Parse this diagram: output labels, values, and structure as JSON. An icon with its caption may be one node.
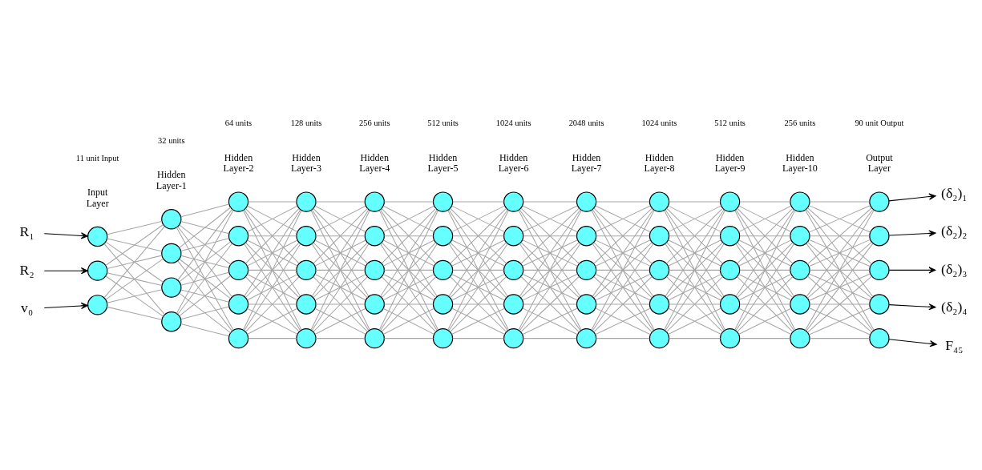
{
  "diagram": {
    "nodes": [
      {
        "text": [
          "R₁"
        ]
      },
      {
        "text": [
          "R₂"
        ]
      },
      {
        "text": [
          "v₀"
        ]
      },
      {
        "text": [],
        "shape": "circle"
      },
      {
        "text": [],
        "shape": "circle"
      },
      {
        "text": [],
        "shape": "circle"
      },
      {
        "text": [],
        "shape": "circle"
      },
      {
        "text": [],
        "shape": "circle"
      },
      {
        "text": [],
        "shape": "circle"
      },
      {
        "text": [],
        "shape": "circle"
      },
      {
        "text": [],
        "shape": "circle"
      },
      {
        "text": [],
        "shape": "circle"
      },
      {
        "text": [],
        "shape": "circle"
      },
      {
        "text": [],
        "shape": "circle"
      },
      {
        "text": [],
        "shape": "circle"
      },
      {
        "text": [],
        "shape": "circle"
      },
      {
        "text": [],
        "shape": "circle"
      },
      {
        "text": [],
        "shape": "circle"
      },
      {
        "text": [],
        "shape": "circle"
      },
      {
        "text": [],
        "shape": "circle"
      },
      {
        "text": [],
        "shape": "circle"
      },
      {
        "text": [],
        "shape": "circle"
      },
      {
        "text": [],
        "shape": "circle"
      },
      {
        "text": [],
        "shape": "circle"
      },
      {
        "text": [],
        "shape": "circle"
      },
      {
        "text": [],
        "shape": "circle"
      },
      {
        "text": [],
        "shape": "circle"
      },
      {
        "text": [],
        "shape": "circle"
      },
      {
        "text": [],
        "shape": "circle"
      },
      {
        "text": [],
        "shape": "circle"
      },
      {
        "text": [],
        "shape": "circle"
      },
      {
        "text": [],
        "shape": "circle"
      },
      {
        "text": [],
        "shape": "circle"
      },
      {
        "text": [],
        "shape": "circle"
      },
      {
        "text": [],
        "shape": "circle"
      },
      {
        "text": [],
        "shape": "circle"
      },
      {
        "text": [],
        "shape": "circle"
      },
      {
        "text": [],
        "shape": "circle"
      },
      {
        "text": [],
        "shape": "circle"
      },
      {
        "text": [],
        "shape": "circle"
      },
      {
        "text": [],
        "shape": "circle"
      },
      {
        "text": [],
        "shape": "circle"
      },
      {
        "text": [],
        "shape": "circle"
      },
      {
        "text": [],
        "shape": "circle"
      },
      {
        "text": [],
        "shape": "circle"
      },
      {
        "text": [],
        "shape": "circle"
      },
      {
        "text": [],
        "shape": "circle"
      },
      {
        "text": [],
        "shape": "circle"
      },
      {
        "text": [],
        "shape": "circle"
      },
      {
        "text": [],
        "shape": "circle"
      },
      {
        "text": [],
        "shape": "circle"
      },
      {
        "text": [],
        "shape": "circle"
      },
      {
        "text": [],
        "shape": "circle"
      },
      {
        "text": [],
        "shape": "circle"
      },
      {
        "text": [],
        "shape": "circle"
      },
      {
        "text": [],
        "shape": "circle"
      },
      {
        "text": [],
        "shape": "circle"
      },
      {
        "text": [],
        "shape": "circle"
      },
      {
        "text": [],
        "shape": "circle"
      },
      {
        "text": [],
        "shape": "circle"
      },
      {
        "text": [
          "(δ₂)₁"
        ]
      },
      {
        "text": [
          "(δ₂)₂"
        ]
      },
      {
        "text": [
          "(δ₂)₃"
        ]
      },
      {
        "text": [
          "(δ₂)₄"
        ]
      },
      {
        "text": [
          "F₄₅"
        ]
      }
    ],
    "edges": [
      {
        "from": 0,
        "to": 3,
        "arrow": "to",
        "color": "#000000"
      },
      {
        "from": 1,
        "to": 4,
        "arrow": "to",
        "color": "#000000"
      },
      {
        "from": 2,
        "to": 5,
        "arrow": "to",
        "color": "#000000"
      },
      {
        "from": 3,
        "to": 6,
        "arrow": "none"
      },
      {
        "from": 3,
        "to": 7,
        "arrow": "none"
      },
      {
        "from": 3,
        "to": 8,
        "arrow": "none"
      },
      {
        "from": 3,
        "to": 9,
        "arrow": "none"
      },
      {
        "from": 4,
        "to": 6,
        "arrow": "none"
      },
      {
        "from": 4,
        "to": 7,
        "arrow": "none"
      },
      {
        "from": 4,
        "to": 8,
        "arrow": "none"
      },
      {
        "from": 4,
        "to": 9,
        "arrow": "none"
      },
      {
        "from": 5,
        "to": 6,
        "arrow": "none"
      },
      {
        "from": 5,
        "to": 7,
        "arrow": "none"
      },
      {
        "from": 5,
        "to": 8,
        "arrow": "none"
      },
      {
        "from": 5,
        "to": 9,
        "arrow": "none"
      },
      {
        "from": 6,
        "to": 10,
        "arrow": "none"
      },
      {
        "from": 6,
        "to": 11,
        "arrow": "none"
      },
      {
        "from": 6,
        "to": 12,
        "arrow": "none"
      },
      {
        "from": 6,
        "to": 13,
        "arrow": "none"
      },
      {
        "from": 6,
        "to": 14,
        "arrow": "none"
      },
      {
        "from": 7,
        "to": 10,
        "arrow": "none"
      },
      {
        "from": 7,
        "to": 11,
        "arrow": "none"
      },
      {
        "from": 7,
        "to": 12,
        "arrow": "none"
      },
      {
        "from": 7,
        "to": 13,
        "arrow": "none"
      },
      {
        "from": 7,
        "to": 14,
        "arrow": "none"
      },
      {
        "from": 8,
        "to": 10,
        "arrow": "none"
      },
      {
        "from": 8,
        "to": 11,
        "arrow": "none"
      },
      {
        "from": 8,
        "to": 12,
        "arrow": "none"
      },
      {
        "from": 8,
        "to": 13,
        "arrow": "none"
      },
      {
        "from": 8,
        "to": 14,
        "arrow": "none"
      },
      {
        "from": 9,
        "to": 10,
        "arrow": "none"
      },
      {
        "from": 9,
        "to": 11,
        "arrow": "none"
      },
      {
        "from": 9,
        "to": 12,
        "arrow": "none"
      },
      {
        "from": 9,
        "to": 13,
        "arrow": "none"
      },
      {
        "from": 9,
        "to": 14,
        "arrow": "none"
      },
      {
        "from": 10,
        "to": 15,
        "arrow": "none"
      },
      {
        "from": 10,
        "to": 16,
        "arrow": "none"
      },
      {
        "from": 10,
        "to": 17,
        "arrow": "none"
      },
      {
        "from": 10,
        "to": 18,
        "arrow": "none"
      },
      {
        "from": 10,
        "to": 19,
        "arrow": "none"
      },
      {
        "from": 11,
        "to": 15,
        "arrow": "none"
      },
      {
        "from": 11,
        "to": 16,
        "arrow": "none"
      },
      {
        "from": 11,
        "to": 17,
        "arrow": "none"
      },
      {
        "from": 11,
        "to": 18,
        "arrow": "none"
      },
      {
        "from": 11,
        "to": 19,
        "arrow": "none"
      },
      {
        "from": 12,
        "to": 15,
        "arrow": "none"
      },
      {
        "from": 12,
        "to": 16,
        "arrow": "none"
      },
      {
        "from": 12,
        "to": 17,
        "arrow": "none"
      },
      {
        "from": 12,
        "to": 18,
        "arrow": "none"
      },
      {
        "from": 12,
        "to": 19,
        "arrow": "none"
      },
      {
        "from": 13,
        "to": 15,
        "arrow": "none"
      },
      {
        "from": 13,
        "to": 16,
        "arrow": "none"
      },
      {
        "from": 13,
        "to": 17,
        "arrow": "none"
      },
      {
        "from": 13,
        "to": 18,
        "arrow": "none"
      },
      {
        "from": 13,
        "to": 19,
        "arrow": "none"
      },
      {
        "from": 14,
        "to": 15,
        "arrow": "none"
      },
      {
        "from": 14,
        "to": 16,
        "arrow": "none"
      },
      {
        "from": 14,
        "to": 17,
        "arrow": "none"
      },
      {
        "from": 14,
        "to": 18,
        "arrow": "none"
      },
      {
        "from": 14,
        "to": 19,
        "arrow": "none"
      },
      {
        "from": 15,
        "to": 20,
        "arrow": "none"
      },
      {
        "from": 15,
        "to": 21,
        "arrow": "none"
      },
      {
        "from": 15,
        "to": 22,
        "arrow": "none"
      },
      {
        "from": 15,
        "to": 23,
        "arrow": "none"
      },
      {
        "from": 15,
        "to": 24,
        "arrow": "none"
      },
      {
        "from": 16,
        "to": 20,
        "arrow": "none"
      },
      {
        "from": 16,
        "to": 21,
        "arrow": "none"
      },
      {
        "from": 16,
        "to": 22,
        "arrow": "none"
      },
      {
        "from": 16,
        "to": 23,
        "arrow": "none"
      },
      {
        "from": 16,
        "to": 24,
        "arrow": "none"
      },
      {
        "from": 17,
        "to": 20,
        "arrow": "none"
      },
      {
        "from": 17,
        "to": 21,
        "arrow": "none"
      },
      {
        "from": 17,
        "to": 22,
        "arrow": "none"
      },
      {
        "from": 17,
        "to": 23,
        "arrow": "none"
      },
      {
        "from": 17,
        "to": 24,
        "arrow": "none"
      },
      {
        "from": 18,
        "to": 20,
        "arrow": "none"
      },
      {
        "from": 18,
        "to": 21,
        "arrow": "none"
      },
      {
        "from": 18,
        "to": 22,
        "arrow": "none"
      },
      {
        "from": 18,
        "to": 23,
        "arrow": "none"
      },
      {
        "from": 18,
        "to": 24,
        "arrow": "none"
      },
      {
        "from": 19,
        "to": 20,
        "arrow": "none"
      },
      {
        "from": 19,
        "to": 21,
        "arrow": "none"
      },
      {
        "from": 19,
        "to": 22,
        "arrow": "none"
      },
      {
        "from": 19,
        "to": 23,
        "arrow": "none"
      },
      {
        "from": 19,
        "to": 24,
        "arrow": "none"
      },
      {
        "from": 20,
        "to": 25,
        "arrow": "none"
      },
      {
        "from": 20,
        "to": 26,
        "arrow": "none"
      },
      {
        "from": 20,
        "to": 27,
        "arrow": "none"
      },
      {
        "from": 20,
        "to": 28,
        "arrow": "none"
      },
      {
        "from": 20,
        "to": 29,
        "arrow": "none"
      },
      {
        "from": 21,
        "to": 25,
        "arrow": "none"
      },
      {
        "from": 21,
        "to": 26,
        "arrow": "none"
      },
      {
        "from": 21,
        "to": 27,
        "arrow": "none"
      },
      {
        "from": 21,
        "to": 28,
        "arrow": "none"
      },
      {
        "from": 21,
        "to": 29,
        "arrow": "none"
      },
      {
        "from": 22,
        "to": 25,
        "arrow": "none"
      },
      {
        "from": 22,
        "to": 26,
        "arrow": "none"
      },
      {
        "from": 22,
        "to": 27,
        "arrow": "none"
      },
      {
        "from": 22,
        "to": 28,
        "arrow": "none"
      },
      {
        "from": 22,
        "to": 29,
        "arrow": "none"
      },
      {
        "from": 23,
        "to": 25,
        "arrow": "none"
      },
      {
        "from": 23,
        "to": 26,
        "arrow": "none"
      },
      {
        "from": 23,
        "to": 27,
        "arrow": "none"
      },
      {
        "from": 23,
        "to": 28,
        "arrow": "none"
      },
      {
        "from": 23,
        "to": 29,
        "arrow": "none"
      },
      {
        "from": 24,
        "to": 25,
        "arrow": "none"
      },
      {
        "from": 24,
        "to": 26,
        "arrow": "none"
      },
      {
        "from": 24,
        "to": 27,
        "arrow": "none"
      },
      {
        "from": 24,
        "to": 28,
        "arrow": "none"
      },
      {
        "from": 24,
        "to": 29,
        "arrow": "none"
      },
      {
        "from": 25,
        "to": 30,
        "arrow": "none"
      },
      {
        "from": 25,
        "to": 31,
        "arrow": "none"
      },
      {
        "from": 25,
        "to": 32,
        "arrow": "none"
      },
      {
        "from": 25,
        "to": 33,
        "arrow": "none"
      },
      {
        "from": 25,
        "to": 34,
        "arrow": "none"
      },
      {
        "from": 26,
        "to": 30,
        "arrow": "none"
      },
      {
        "from": 26,
        "to": 31,
        "arrow": "none"
      },
      {
        "from": 26,
        "to": 32,
        "arrow": "none"
      },
      {
        "from": 26,
        "to": 33,
        "arrow": "none"
      },
      {
        "from": 26,
        "to": 34,
        "arrow": "none"
      },
      {
        "from": 27,
        "to": 30,
        "arrow": "none"
      },
      {
        "from": 27,
        "to": 31,
        "arrow": "none"
      },
      {
        "from": 27,
        "to": 32,
        "arrow": "none"
      },
      {
        "from": 27,
        "to": 33,
        "arrow": "none"
      },
      {
        "from": 27,
        "to": 34,
        "arrow": "none"
      },
      {
        "from": 28,
        "to": 30,
        "arrow": "none"
      },
      {
        "from": 28,
        "to": 31,
        "arrow": "none"
      },
      {
        "from": 28,
        "to": 32,
        "arrow": "none"
      },
      {
        "from": 28,
        "to": 33,
        "arrow": "none"
      },
      {
        "from": 28,
        "to": 34,
        "arrow": "none"
      },
      {
        "from": 29,
        "to": 30,
        "arrow": "none"
      },
      {
        "from": 29,
        "to": 31,
        "arrow": "none"
      },
      {
        "from": 29,
        "to": 32,
        "arrow": "none"
      },
      {
        "from": 29,
        "to": 33,
        "arrow": "none"
      },
      {
        "from": 29,
        "to": 34,
        "arrow": "none"
      },
      {
        "from": 30,
        "to": 35,
        "arrow": "none"
      },
      {
        "from": 30,
        "to": 36,
        "arrow": "none"
      },
      {
        "from": 30,
        "to": 37,
        "arrow": "none"
      },
      {
        "from": 30,
        "to": 38,
        "arrow": "none"
      },
      {
        "from": 30,
        "to": 39,
        "arrow": "none"
      },
      {
        "from": 31,
        "to": 35,
        "arrow": "none"
      },
      {
        "from": 31,
        "to": 36,
        "arrow": "none"
      },
      {
        "from": 31,
        "to": 37,
        "arrow": "none"
      },
      {
        "from": 31,
        "to": 38,
        "arrow": "none"
      },
      {
        "from": 31,
        "to": 39,
        "arrow": "none"
      },
      {
        "from": 32,
        "to": 35,
        "arrow": "none"
      },
      {
        "from": 32,
        "to": 36,
        "arrow": "none"
      },
      {
        "from": 32,
        "to": 37,
        "arrow": "none"
      },
      {
        "from": 32,
        "to": 38,
        "arrow": "none"
      },
      {
        "from": 32,
        "to": 39,
        "arrow": "none"
      },
      {
        "from": 33,
        "to": 35,
        "arrow": "none"
      },
      {
        "from": 33,
        "to": 36,
        "arrow": "none"
      },
      {
        "from": 33,
        "to": 37,
        "arrow": "none"
      },
      {
        "from": 33,
        "to": 38,
        "arrow": "none"
      },
      {
        "from": 33,
        "to": 39,
        "arrow": "none"
      },
      {
        "from": 34,
        "to": 35,
        "arrow": "none"
      },
      {
        "from": 34,
        "to": 36,
        "arrow": "none"
      },
      {
        "from": 34,
        "to": 37,
        "arrow": "none"
      },
      {
        "from": 34,
        "to": 38,
        "arrow": "none"
      },
      {
        "from": 34,
        "to": 39,
        "arrow": "none"
      },
      {
        "from": 35,
        "to": 40,
        "arrow": "none"
      },
      {
        "from": 35,
        "to": 41,
        "arrow": "none"
      },
      {
        "from": 35,
        "to": 42,
        "arrow": "none"
      },
      {
        "from": 35,
        "to": 43,
        "arrow": "none"
      },
      {
        "from": 35,
        "to": 44,
        "arrow": "none"
      },
      {
        "from": 36,
        "to": 40,
        "arrow": "none"
      },
      {
        "from": 36,
        "to": 41,
        "arrow": "none"
      },
      {
        "from": 36,
        "to": 42,
        "arrow": "none"
      },
      {
        "from": 36,
        "to": 43,
        "arrow": "none"
      },
      {
        "from": 36,
        "to": 44,
        "arrow": "none"
      },
      {
        "from": 37,
        "to": 40,
        "arrow": "none"
      },
      {
        "from": 37,
        "to": 41,
        "arrow": "none"
      },
      {
        "from": 37,
        "to": 42,
        "arrow": "none"
      },
      {
        "from": 37,
        "to": 43,
        "arrow": "none"
      },
      {
        "from": 37,
        "to": 44,
        "arrow": "none"
      },
      {
        "from": 38,
        "to": 40,
        "arrow": "none"
      },
      {
        "from": 38,
        "to": 41,
        "arrow": "none"
      },
      {
        "from": 38,
        "to": 42,
        "arrow": "none"
      },
      {
        "from": 38,
        "to": 43,
        "arrow": "none"
      },
      {
        "from": 38,
        "to": 44,
        "arrow": "none"
      },
      {
        "from": 39,
        "to": 40,
        "arrow": "none"
      },
      {
        "from": 39,
        "to": 41,
        "arrow": "none"
      },
      {
        "from": 39,
        "to": 42,
        "arrow": "none"
      },
      {
        "from": 39,
        "to": 43,
        "arrow": "none"
      },
      {
        "from": 39,
        "to": 44,
        "arrow": "none"
      },
      {
        "from": 40,
        "to": 45,
        "arrow": "none"
      },
      {
        "from": 40,
        "to": 46,
        "arrow": "none"
      },
      {
        "from": 40,
        "to": 47,
        "arrow": "none"
      },
      {
        "from": 40,
        "to": 48,
        "arrow": "none"
      },
      {
        "from": 40,
        "to": 49,
        "arrow": "none"
      },
      {
        "from": 41,
        "to": 45,
        "arrow": "none"
      },
      {
        "from": 41,
        "to": 46,
        "arrow": "none"
      },
      {
        "from": 41,
        "to": 47,
        "arrow": "none"
      },
      {
        "from": 41,
        "to": 48,
        "arrow": "none"
      },
      {
        "from": 41,
        "to": 49,
        "arrow": "none"
      },
      {
        "from": 42,
        "to": 45,
        "arrow": "none"
      },
      {
        "from": 42,
        "to": 46,
        "arrow": "none"
      },
      {
        "from": 42,
        "to": 47,
        "arrow": "none"
      },
      {
        "from": 42,
        "to": 48,
        "arrow": "none"
      },
      {
        "from": 42,
        "to": 49,
        "arrow": "none"
      },
      {
        "from": 43,
        "to": 45,
        "arrow": "none"
      },
      {
        "from": 43,
        "to": 46,
        "arrow": "none"
      },
      {
        "from": 43,
        "to": 47,
        "arrow": "none"
      },
      {
        "from": 43,
        "to": 48,
        "arrow": "none"
      },
      {
        "from": 43,
        "to": 49,
        "arrow": "none"
      },
      {
        "from": 44,
        "to": 45,
        "arrow": "none"
      },
      {
        "from": 44,
        "to": 46,
        "arrow": "none"
      },
      {
        "from": 44,
        "to": 47,
        "arrow": "none"
      },
      {
        "from": 44,
        "to": 48,
        "arrow": "none"
      },
      {
        "from": 44,
        "to": 49,
        "arrow": "none"
      },
      {
        "from": 45,
        "to": 50,
        "arrow": "none"
      },
      {
        "from": 45,
        "to": 51,
        "arrow": "none"
      },
      {
        "from": 45,
        "to": 52,
        "arrow": "none"
      },
      {
        "from": 45,
        "to": 53,
        "arrow": "none"
      },
      {
        "from": 45,
        "to": 54,
        "arrow": "none"
      },
      {
        "from": 46,
        "to": 50,
        "arrow": "none"
      },
      {
        "from": 46,
        "to": 51,
        "arrow": "none"
      },
      {
        "from": 46,
        "to": 52,
        "arrow": "none"
      },
      {
        "from": 46,
        "to": 53,
        "arrow": "none"
      },
      {
        "from": 46,
        "to": 54,
        "arrow": "none"
      },
      {
        "from": 47,
        "to": 50,
        "arrow": "none"
      },
      {
        "from": 47,
        "to": 51,
        "arrow": "none"
      },
      {
        "from": 47,
        "to": 52,
        "arrow": "none"
      },
      {
        "from": 47,
        "to": 53,
        "arrow": "none"
      },
      {
        "from": 47,
        "to": 54,
        "arrow": "none"
      },
      {
        "from": 48,
        "to": 50,
        "arrow": "none"
      },
      {
        "from": 48,
        "to": 51,
        "arrow": "none"
      },
      {
        "from": 48,
        "to": 52,
        "arrow": "none"
      },
      {
        "from": 48,
        "to": 53,
        "arrow": "none"
      },
      {
        "from": 48,
        "to": 54,
        "arrow": "none"
      },
      {
        "from": 49,
        "to": 50,
        "arrow": "none"
      },
      {
        "from": 49,
        "to": 51,
        "arrow": "none"
      },
      {
        "from": 49,
        "to": 52,
        "arrow": "none"
      },
      {
        "from": 49,
        "to": 53,
        "arrow": "none"
      },
      {
        "from": 49,
        "to": 54,
        "arrow": "none"
      },
      {
        "from": 50,
        "to": 55,
        "arrow": "none"
      },
      {
        "from": 50,
        "to": 56,
        "arrow": "none"
      },
      {
        "from": 50,
        "to": 57,
        "arrow": "none"
      },
      {
        "from": 50,
        "to": 58,
        "arrow": "none"
      },
      {
        "from": 50,
        "to": 59,
        "arrow": "none"
      },
      {
        "from": 51,
        "to": 55,
        "arrow": "none"
      },
      {
        "from": 51,
        "to": 56,
        "arrow": "none"
      },
      {
        "from": 51,
        "to": 57,
        "arrow": "none"
      },
      {
        "from": 51,
        "to": 58,
        "arrow": "none"
      },
      {
        "from": 51,
        "to": 59,
        "arrow": "none"
      },
      {
        "from": 52,
        "to": 55,
        "arrow": "none"
      },
      {
        "from": 52,
        "to": 56,
        "arrow": "none"
      },
      {
        "from": 52,
        "to": 57,
        "arrow": "none"
      },
      {
        "from": 52,
        "to": 58,
        "arrow": "none"
      },
      {
        "from": 52,
        "to": 59,
        "arrow": "none"
      },
      {
        "from": 53,
        "to": 55,
        "arrow": "none"
      },
      {
        "from": 53,
        "to": 56,
        "arrow": "none"
      },
      {
        "from": 53,
        "to": 57,
        "arrow": "none"
      },
      {
        "from": 53,
        "to": 58,
        "arrow": "none"
      },
      {
        "from": 53,
        "to": 59,
        "arrow": "none"
      },
      {
        "from": 54,
        "to": 55,
        "arrow": "none"
      },
      {
        "from": 54,
        "to": 56,
        "arrow": "none"
      },
      {
        "from": 54,
        "to": 57,
        "arrow": "none"
      },
      {
        "from": 54,
        "to": 58,
        "arrow": "none"
      },
      {
        "from": 54,
        "to": 59,
        "arrow": "none"
      },
      {
        "from": 55,
        "to": 60,
        "arrow": "to",
        "color": "#000000"
      },
      {
        "from": 56,
        "to": 61,
        "arrow": "to",
        "color": "#000000"
      },
      {
        "from": 57,
        "to": 62,
        "arrow": "to",
        "color": "#000000"
      },
      {
        "from": 58,
        "to": 63,
        "arrow": "to",
        "color": "#000000"
      },
      {
        "from": 59,
        "to": 64,
        "arrow": "to",
        "color": "#000000"
      }
    ],
    "labels": [
      "Input Layer",
      "11 unit Input",
      "Hidden Layer-1",
      "32 units",
      "Hidden Layer-2",
      "64 units",
      "Hidden Layer-3",
      "128 units",
      "Hidden Layer-4",
      "256 units",
      "Hidden Layer-5",
      "512 units",
      "Hidden Layer-6",
      "1024 units",
      "Hidden Layer-7",
      "2048 units",
      "Hidden Layer-8",
      "1024 units",
      "Hidden Layer-9",
      "512 units",
      "Hidden Layer-10",
      "256 units",
      "Output Layer",
      "90 unit Output"
    ]
  }
}
